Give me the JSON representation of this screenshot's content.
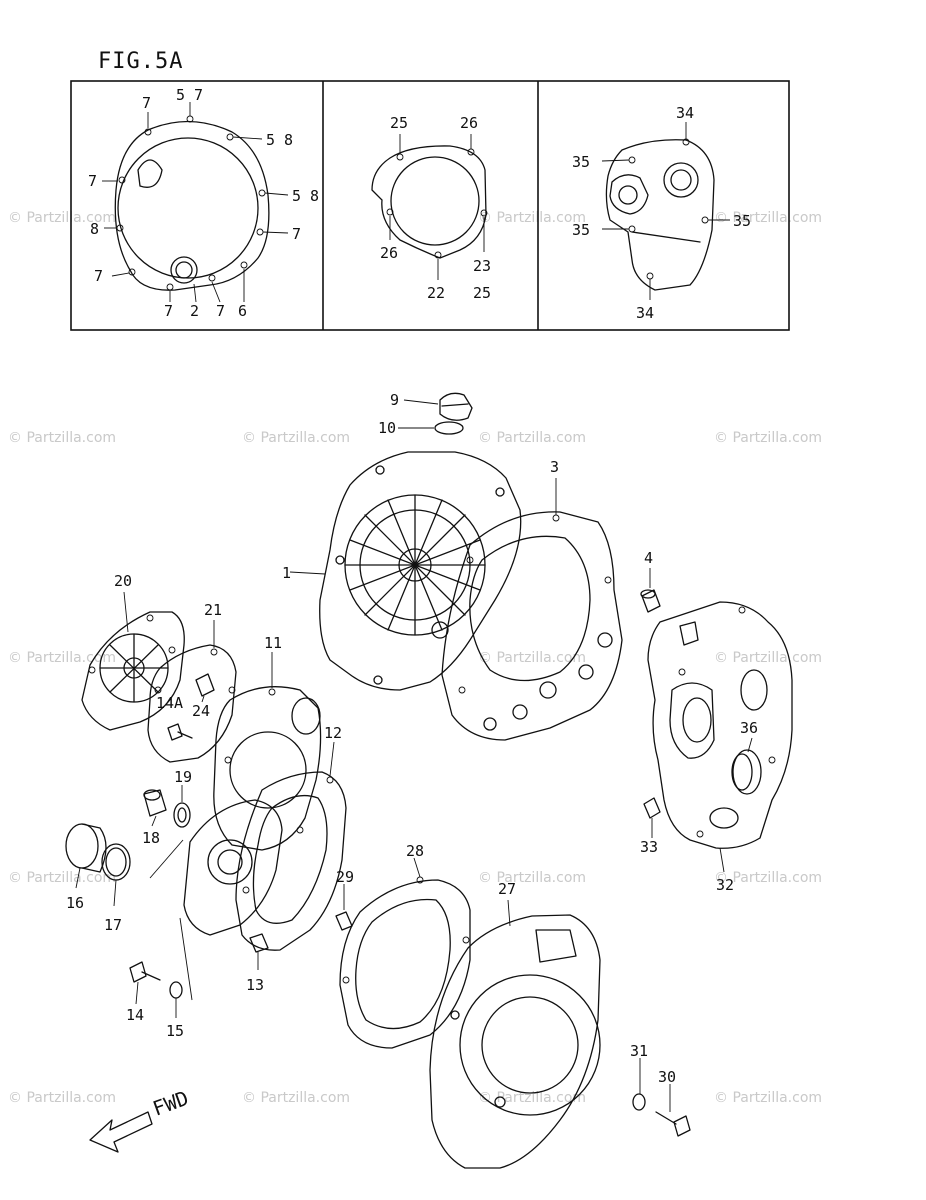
{
  "figure": {
    "title": "FIG.5A"
  },
  "watermark": {
    "text": "© Partzilla.com"
  },
  "direction": {
    "label": "FWD"
  },
  "callouts": {
    "p1_7a": "7",
    "p1_57top": "5 7",
    "p1_58a": "5 8",
    "p1_58b": "5 8",
    "p1_7left": "7",
    "p1_8": "8",
    "p1_7r": "7",
    "p1_7l2": "7",
    "p1_7b1": "7",
    "p1_2": "2",
    "p1_7b2": "7",
    "p1_6": "6",
    "p2_25a": "25",
    "p2_26a": "26",
    "p2_26b": "26",
    "p2_23": "23",
    "p2_22": "22",
    "p2_25b": "25",
    "p3_34a": "34",
    "p3_35a": "35",
    "p3_35b": "35",
    "p3_35c": "35",
    "p3_34b": "34",
    "n9": "9",
    "n10": "10",
    "n3": "3",
    "n1": "1",
    "n4": "4",
    "n20": "20",
    "n21": "21",
    "n11": "11",
    "n14a": "14A",
    "n24": "24",
    "n12": "12",
    "n36": "36",
    "n19": "19",
    "n18": "18",
    "n33": "33",
    "n16": "16",
    "n17": "17",
    "n28": "28",
    "n27": "27",
    "n29": "29",
    "n32": "32",
    "n13": "13",
    "n14": "14",
    "n15": "15",
    "n31": "31",
    "n30": "30"
  }
}
